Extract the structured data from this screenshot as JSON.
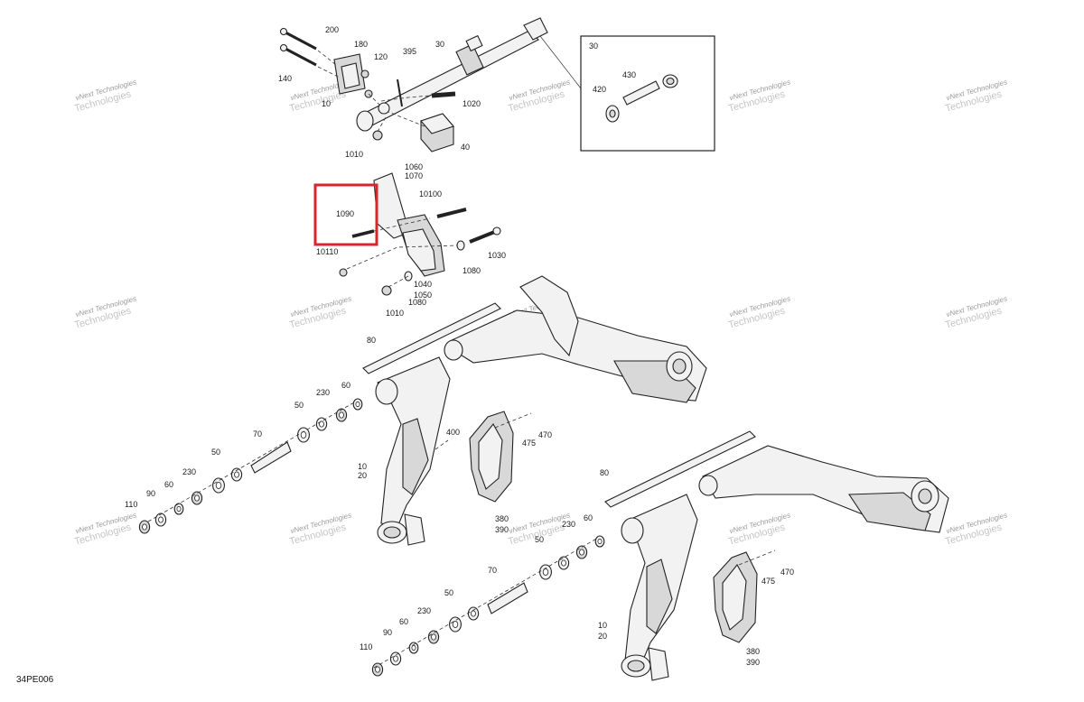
{
  "diagram_code": "34PE006",
  "watermark": {
    "line1": "vNext Technologies",
    "line2": "Technologies"
  },
  "highlight": {
    "part": "1090",
    "color": "#d9232e"
  },
  "inset": {
    "title": "30",
    "labels": [
      "430",
      "420"
    ]
  },
  "callouts": [
    "200",
    "180",
    "120",
    "140",
    "395",
    "30",
    "1020",
    "10",
    "1010",
    "40",
    "1060",
    "1070",
    "10100",
    "1090",
    "10110",
    "1030",
    "1080",
    "1040",
    "1050",
    "1010",
    "1080",
    "80",
    "60",
    "230",
    "50",
    "70",
    "50",
    "230",
    "60",
    "90",
    "110",
    "400",
    "470",
    "475",
    "10",
    "20",
    "380",
    "390",
    "80",
    "60",
    "230",
    "50",
    "70",
    "50",
    "230",
    "60",
    "90",
    "110",
    "470",
    "475",
    "10",
    "20",
    "380",
    "390"
  ]
}
